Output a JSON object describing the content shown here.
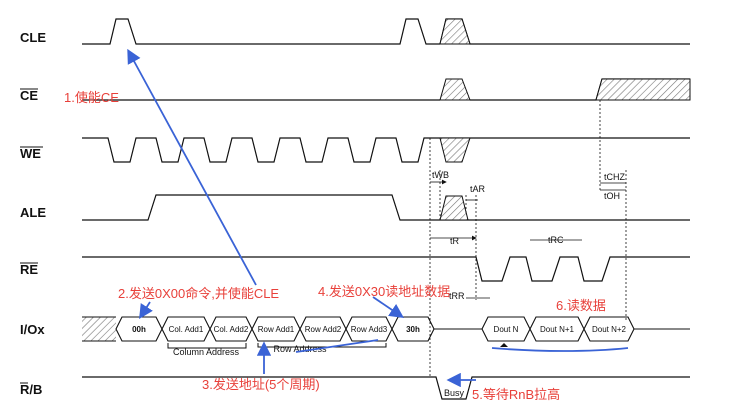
{
  "signals": {
    "cle": "CLE",
    "ce": "CE",
    "we": "WE",
    "ale": "ALE",
    "re": "RE",
    "io": "I/Ox",
    "rb": "R/B"
  },
  "bus_cells": [
    "00h",
    "Col. Add1",
    "Col. Add2",
    "Row Add1",
    "Row Add2",
    "Row Add3",
    "30h",
    "Dout N",
    "Dout N+1",
    "Dout N+2"
  ],
  "bus_labels": {
    "column": "Column Address",
    "row": "Row Address",
    "busy": "Busy"
  },
  "timing": {
    "twb": "tWB",
    "tar": "tAR",
    "tr": "tR",
    "trc": "tRC",
    "trr": "tRR",
    "tchz": "tCHZ",
    "toh": "tOH"
  },
  "annotations": {
    "a1": "1.使能CE",
    "a2": "2.发送0X00命令,并使能CLE",
    "a3": "3.发送地址(5个周期)",
    "a4": "4.发送0X30读地址数据",
    "a5": "5.等待RnB拉高",
    "a6": "6.读数据"
  },
  "colors": {
    "annotation": "#e8403a",
    "arrow": "#3a63d6",
    "line": "#111111"
  }
}
